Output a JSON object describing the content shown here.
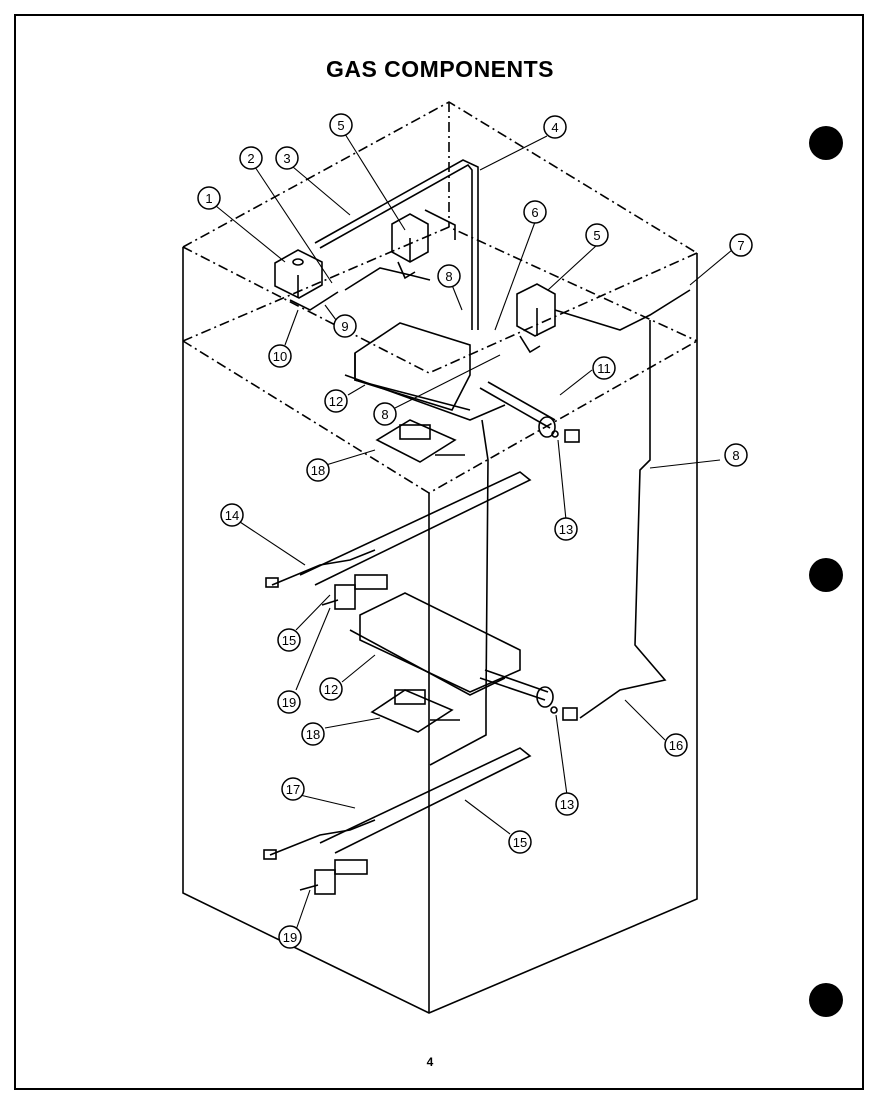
{
  "title": "GAS COMPONENTS",
  "page_number": "4",
  "callouts": [
    "1",
    "2",
    "3",
    "4",
    "5",
    "5",
    "6",
    "7",
    "8",
    "8",
    "8",
    "9",
    "10",
    "11",
    "12",
    "12",
    "13",
    "13",
    "14",
    "15",
    "15",
    "16",
    "17",
    "18",
    "18",
    "19",
    "19"
  ]
}
